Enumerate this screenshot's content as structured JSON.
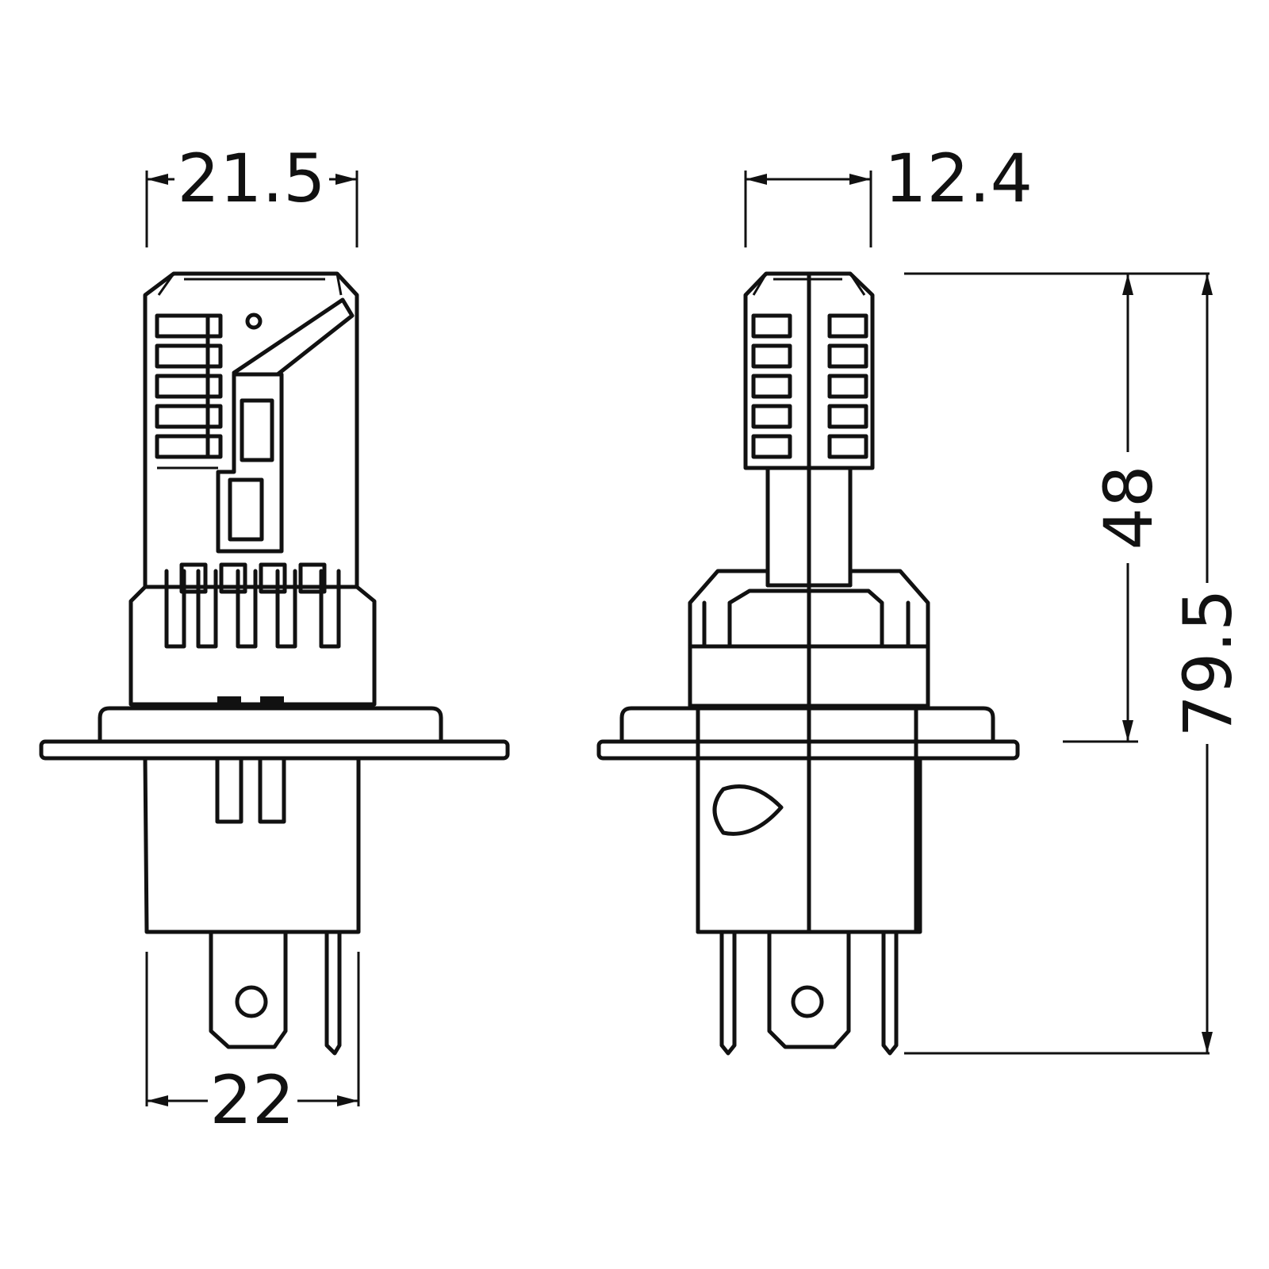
{
  "dimensions": {
    "top_width_front": "21.5",
    "top_width_side": "12.4",
    "base_width": "22",
    "led_height": "48",
    "total_height": "79.5"
  }
}
